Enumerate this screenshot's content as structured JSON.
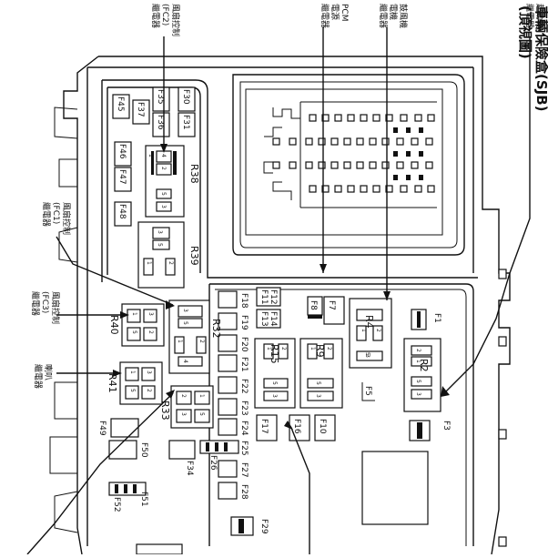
{
  "header": {
    "title_line1": "車輛保險盒(SJB)",
    "title_line2": "(頂視圖)"
  },
  "callouts": [
    {
      "id": "blower-fc2",
      "lines": [
        "風扇控制",
        "(FC2)",
        "繼電器"
      ]
    },
    {
      "id": "pcm",
      "lines": [
        "PCM",
        "電源",
        "繼電器"
      ]
    },
    {
      "id": "blower",
      "lines": [
        "鼓風機",
        "電機",
        "繼電器"
      ]
    },
    {
      "id": "starter",
      "lines": [
        "起動機",
        "繼電器"
      ]
    },
    {
      "id": "blower-fc1",
      "lines": [
        "風扇控制",
        "(FC1)",
        "繼電器"
      ]
    },
    {
      "id": "blower-fc3",
      "lines": [
        "風扇控制",
        "(FC3)",
        "繼電器"
      ]
    },
    {
      "id": "horn",
      "lines": [
        "喇叭",
        "繼電器"
      ]
    }
  ],
  "fuses": {
    "F45": "F45",
    "F37": "F37",
    "F35": "F35",
    "F36": "F36",
    "F30": "F30",
    "F31": "F31",
    "F46": "F46",
    "F47": "F47",
    "F48": "F48",
    "F18": "F18",
    "F19": "F19",
    "F20": "F20",
    "F21": "F21",
    "F22": "F22",
    "F23": "F23",
    "F24": "F24",
    "F25": "F25",
    "F26": "F26",
    "F27": "F27",
    "F28": "F28",
    "F29": "F29",
    "F11": "F11",
    "F12": "F12",
    "F13": "F13",
    "F14": "F14",
    "F7": "F7",
    "F8": "F8",
    "F1": "F1",
    "F5": "F5",
    "F3": "F3",
    "F16": "F16",
    "F17": "F17",
    "F10": "F10",
    "F49": "F49",
    "F50": "F50",
    "F34": "F34",
    "F51": "F51",
    "F52": "F52"
  },
  "relays": {
    "R38": "R38",
    "R39": "R39",
    "R32": "R32",
    "R40": "R40",
    "R41": "R41",
    "R33": "R33",
    "R15": "R15",
    "R9": "R9",
    "R4": "R4",
    "R2": "R2"
  },
  "pins": {
    "p1": "1",
    "p2": "2",
    "p3": "3",
    "p4": "4",
    "p5": "5"
  }
}
